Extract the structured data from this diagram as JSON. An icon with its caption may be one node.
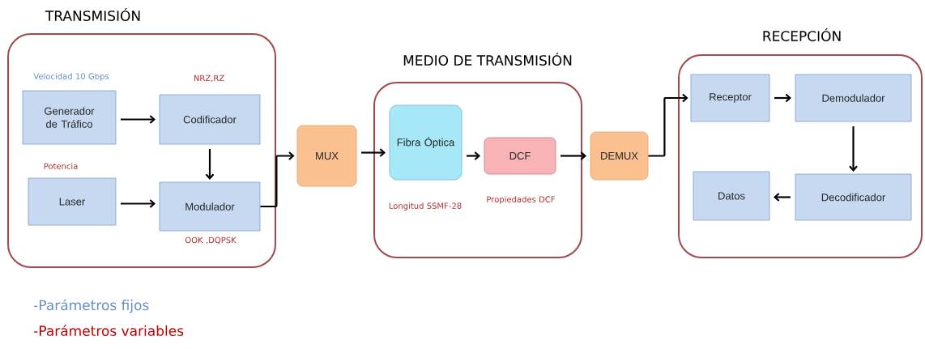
{
  "diagram": {
    "nodes": [
      {
        "text": [
          "TRANSMISIÓN"
        ]
      },
      {
        "text": [
          "Generador de Tráfico"
        ],
        "in": 0,
        "beside": [
          "Velocidad 10 Gbps"
        ]
      },
      {
        "text": [
          "Codificador"
        ],
        "in": 0,
        "beside": [
          "NRZ,RZ"
        ]
      },
      {
        "text": [
          "Laser"
        ],
        "in": 0,
        "beside": [
          "Potencia"
        ]
      },
      {
        "text": [
          "Modulador"
        ],
        "in": 0,
        "beside": [
          "OOK ,DQPSK"
        ]
      },
      {
        "text": [
          "MUX"
        ]
      },
      {
        "text": [
          "MEDIO DE TRANSMISIÓN"
        ]
      },
      {
        "text": [
          "Fibra Óptica"
        ],
        "in": 6,
        "beside": [
          "Longitud SSMF-28"
        ]
      },
      {
        "text": [
          "DCF"
        ],
        "in": 6,
        "beside": [
          "Propiedades DCF"
        ]
      },
      {
        "text": [
          "DEMUX"
        ]
      },
      {
        "text": [
          "RECEPCIÓN"
        ]
      },
      {
        "text": [
          "Receptor"
        ],
        "in": 10
      },
      {
        "text": [
          "Demodulador"
        ],
        "in": 10
      },
      {
        "text": [
          "Datos"
        ],
        "in": 10
      },
      {
        "text": [
          "Decodificador"
        ],
        "in": 10
      }
    ],
    "edges": [
      {
        "from": 1,
        "to": 2,
        "arrow": "to"
      },
      {
        "from": 2,
        "to": 4,
        "arrow": "to"
      },
      {
        "from": 3,
        "to": 4,
        "arrow": "to"
      },
      {
        "from": 4,
        "to": 5,
        "arrow": "to"
      },
      {
        "from": 5,
        "to": 7,
        "arrow": "to"
      },
      {
        "from": 7,
        "to": 8,
        "arrow": "to"
      },
      {
        "from": 8,
        "to": 9,
        "arrow": "to"
      },
      {
        "from": 9,
        "to": 11,
        "arrow": "to"
      },
      {
        "from": 11,
        "to": 12,
        "arrow": "to"
      },
      {
        "from": 12,
        "to": 14,
        "arrow": "to"
      },
      {
        "from": 14,
        "to": 13,
        "arrow": "to"
      }
    ],
    "labels": [
      "-Parámetros fijos",
      "-Parámetros variables"
    ]
  }
}
